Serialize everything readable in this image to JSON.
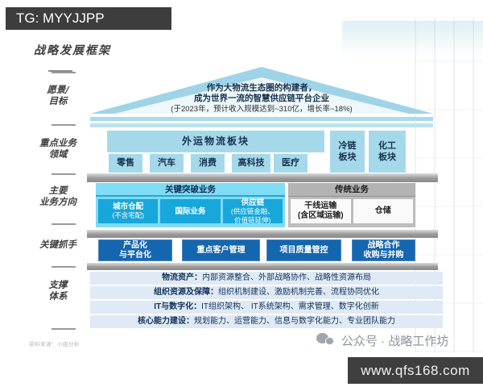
{
  "badge": {
    "label": "TG: MYYJJPP"
  },
  "header": {
    "title": "战略发展框架"
  },
  "left_rail": {
    "items": [
      {
        "lines": [
          "愿景/",
          "目标"
        ]
      },
      {
        "lines": [
          "重点业务",
          "领域"
        ]
      },
      {
        "lines": [
          "主要",
          "业务方向"
        ]
      },
      {
        "lines": [
          "关键抓手"
        ]
      },
      {
        "lines": [
          "支撑",
          "体系"
        ]
      }
    ]
  },
  "vision": {
    "line1": "作为大物流生态圈的构建者，",
    "line2": "成为世界一流的智慧供应链平台企业",
    "line3": "(于2023年，预计收入规模达到~310亿，增长率~18%)"
  },
  "focus_areas": {
    "main_block": "外运物流板块",
    "pillars": [
      "零售",
      "汽车",
      "消费",
      "高科技",
      "医疗"
    ],
    "side_blocks": [
      {
        "lines": [
          "冷链",
          "板块"
        ]
      },
      {
        "lines": [
          "化工",
          "板块"
        ]
      }
    ]
  },
  "directions": {
    "breakthrough": {
      "header": "关键突破业务",
      "items": [
        {
          "lines": [
            "城市仓配",
            "(不含宅配)"
          ]
        },
        {
          "lines": [
            "国际业务"
          ]
        },
        {
          "lines": [
            "供应链",
            "(供应链金融、",
            "价值链延伸)"
          ]
        }
      ]
    },
    "traditional": {
      "header": "传统业务",
      "items": [
        {
          "lines": [
            "干线运输",
            "(含区域运输)"
          ]
        },
        {
          "lines": [
            "仓储"
          ]
        }
      ]
    }
  },
  "levers": {
    "items": [
      {
        "lines": [
          "产品化",
          "与平台化"
        ]
      },
      {
        "lines": [
          "重点客户管理"
        ]
      },
      {
        "lines": [
          "项目质量管控"
        ]
      },
      {
        "lines": [
          "战略合作",
          "收购与并购"
        ]
      }
    ]
  },
  "support": {
    "rows": [
      {
        "label": "物流资产：",
        "text": "内部资源整合、外部战略协作、战略性资源布局"
      },
      {
        "label": "组织资源及保障：",
        "text": "组织机制建设、激励机制完善、流程协同优化"
      },
      {
        "label": "IT与数字化：",
        "text": "IT组织架构、 IT系统架构、需求管理、数字化创新"
      },
      {
        "label": "核心能力建设：",
        "text": "规划能力、运营能力、信息与数字化能力、专业团队能力"
      }
    ]
  },
  "footer": {
    "source_note": "资料来源：小组分析",
    "wechat_label": "公众号 · 战略工作坊",
    "website": "www.qfs168.com"
  },
  "colors": {
    "light_blue": "#a5d9ea",
    "cyan_header": "#7edcf5",
    "mid_blue": "#17a7db",
    "dark_blue": "#1466af",
    "bar_gray": "#9a9a9a",
    "support_row_bg": "#dfeaf6",
    "badge_bg": "#3d3d3d"
  }
}
